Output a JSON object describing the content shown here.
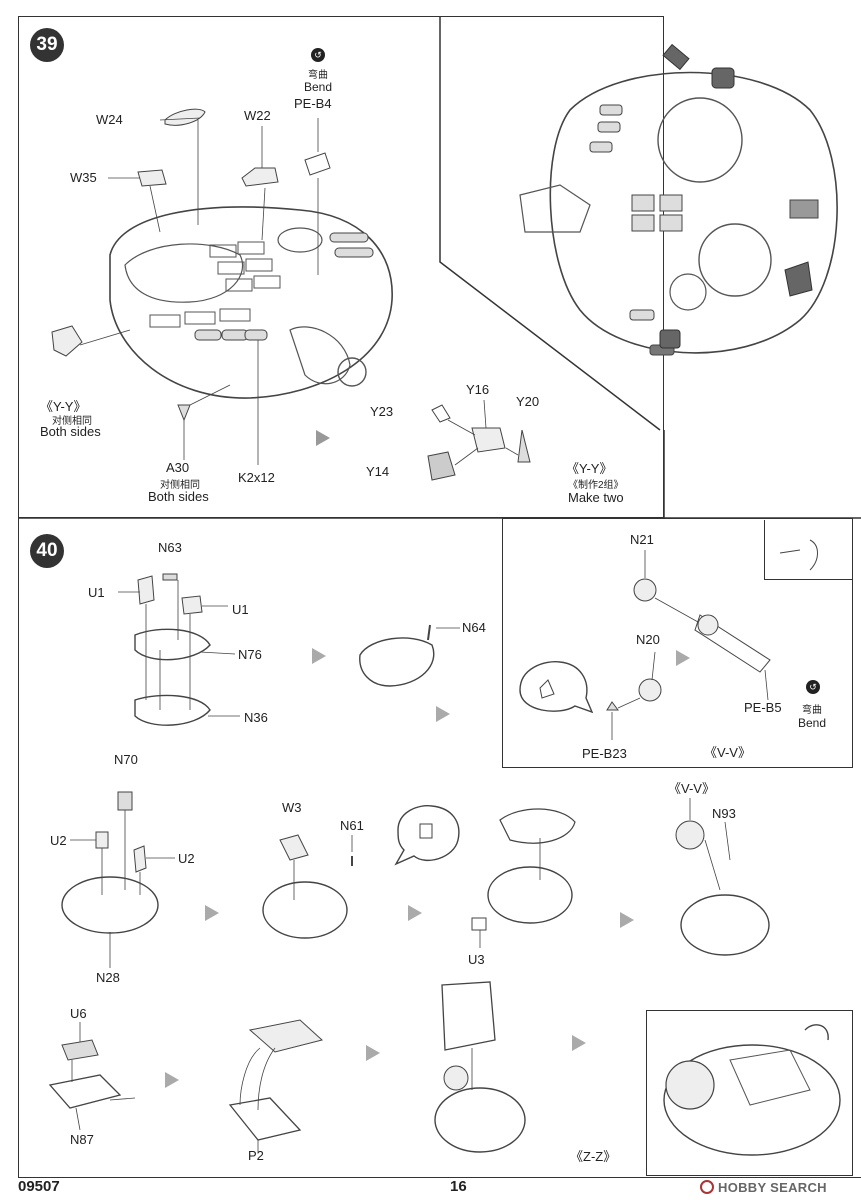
{
  "step39": {
    "number": "39",
    "labels": {
      "w24": "W24",
      "w22": "W22",
      "w35": "W35",
      "bend_cn": "弯曲",
      "bend_en": "Bend",
      "peb4": "PE-B4",
      "yy": "《Y-Y》",
      "both_cn": "对侧相同",
      "both_en": "Both sides",
      "a30": "A30",
      "a30_cn": "对侧相同",
      "a30_en": "Both sides",
      "k2x12": "K2x12",
      "y23": "Y23",
      "y16": "Y16",
      "y20": "Y20",
      "y14": "Y14",
      "yy2": "《Y-Y》",
      "make2_cn": "《制作2组》",
      "make2_en": "Make two"
    }
  },
  "step40": {
    "number": "40",
    "labels": {
      "n63": "N63",
      "u1a": "U1",
      "u1b": "U1",
      "n76": "N76",
      "n36": "N36",
      "n64": "N64",
      "n21": "N21",
      "n20": "N20",
      "peb5": "PE-B5",
      "bend_cn": "弯曲",
      "bend_en": "Bend",
      "peb23": "PE-B23",
      "vv": "《V-V》",
      "n70": "N70",
      "u2a": "U2",
      "u2b": "U2",
      "n28": "N28",
      "w3": "W3",
      "n61": "N61",
      "u3": "U3",
      "vv2": "《V-V》",
      "n93": "N93",
      "u6": "U6",
      "n87": "N87",
      "p2": "P2",
      "zz": "《Z-Z》"
    }
  },
  "footer": {
    "code": "09507",
    "page": "16",
    "brand": "HOBBY SEARCH"
  }
}
